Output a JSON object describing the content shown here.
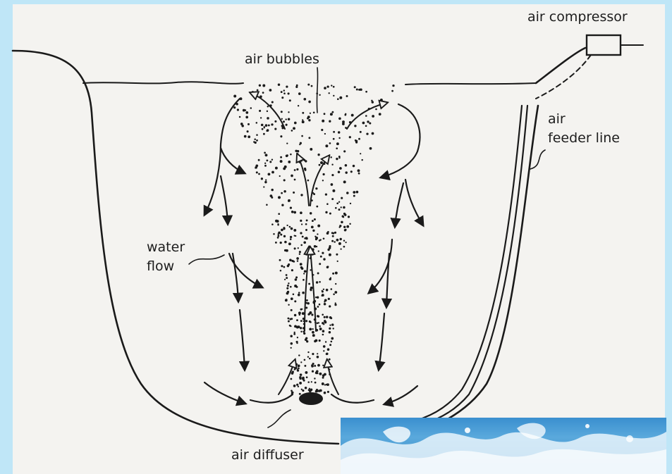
{
  "labels": {
    "air_compressor": "air compressor",
    "air_bubbles": "air bubbles",
    "air_line1": "air",
    "air_line2": "feeder line",
    "water_line1": "water",
    "water_line2": "flow",
    "air_diffuser": "air diffuser"
  },
  "colors": {
    "frame": "#bfe6f7",
    "paper": "#f4f3f0",
    "ink": "#1a1a1a",
    "photo_water": "#3a8fcf"
  }
}
